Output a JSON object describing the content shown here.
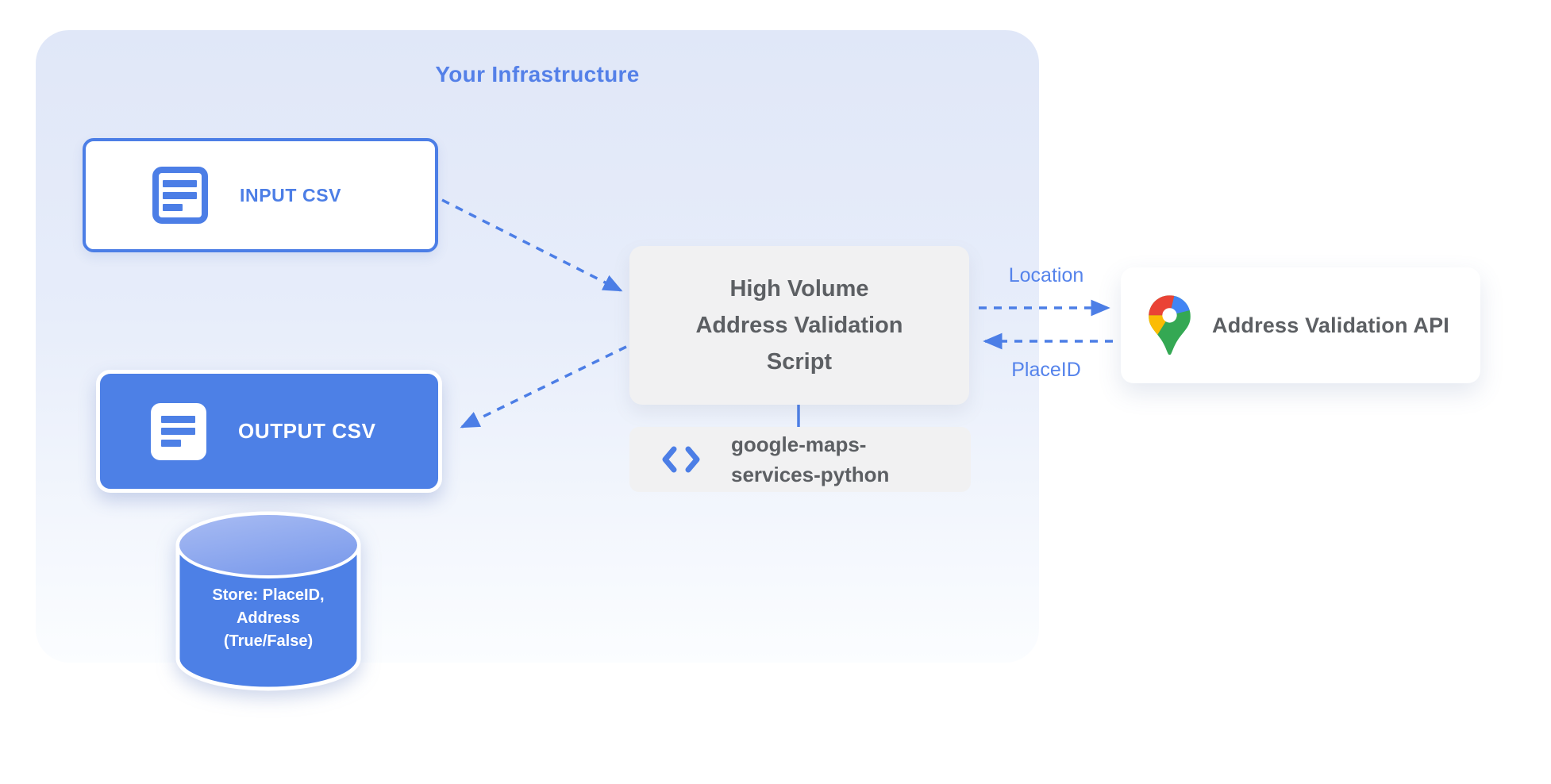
{
  "colors": {
    "accent": "#4C7EE6",
    "node_blue": "#4D80E6",
    "label_blue": "#5583EB",
    "title_blue": "#5480E8",
    "panel_top": "#E0E7F8",
    "panel_bottom": "#FBFDFF",
    "gray_box": "#F1F1F2",
    "gray_text": "#5C5F63",
    "pin_red": "#EA4335",
    "pin_blue": "#4285F4",
    "pin_yellow": "#FBBC04",
    "pin_green": "#34A853"
  },
  "panel": {
    "title": "Your Infrastructure"
  },
  "nodes": {
    "input_csv": {
      "label": "INPUT CSV",
      "icon": "document-icon"
    },
    "output_csv": {
      "label": "OUTPUT CSV",
      "icon": "document-icon"
    },
    "datastore": {
      "icon": "database-cylinder",
      "lines": [
        "Store: PlaceID,",
        "Address",
        "(True/False)"
      ]
    },
    "script": {
      "lines": [
        "High Volume",
        "Address Validation",
        "Script"
      ]
    },
    "library": {
      "icon": "code-icon",
      "lines": [
        "google-maps-",
        "services-python"
      ]
    },
    "api": {
      "label": "Address Validation API",
      "icon": "google-maps-pin-icon"
    }
  },
  "edges": {
    "input_to_script": {
      "style": "dashed"
    },
    "script_to_output": {
      "style": "dashed"
    },
    "script_to_api": {
      "label": "Location",
      "style": "dashed"
    },
    "api_to_script": {
      "label": "PlaceID",
      "style": "dashed"
    },
    "script_to_library": {
      "style": "solid"
    }
  }
}
